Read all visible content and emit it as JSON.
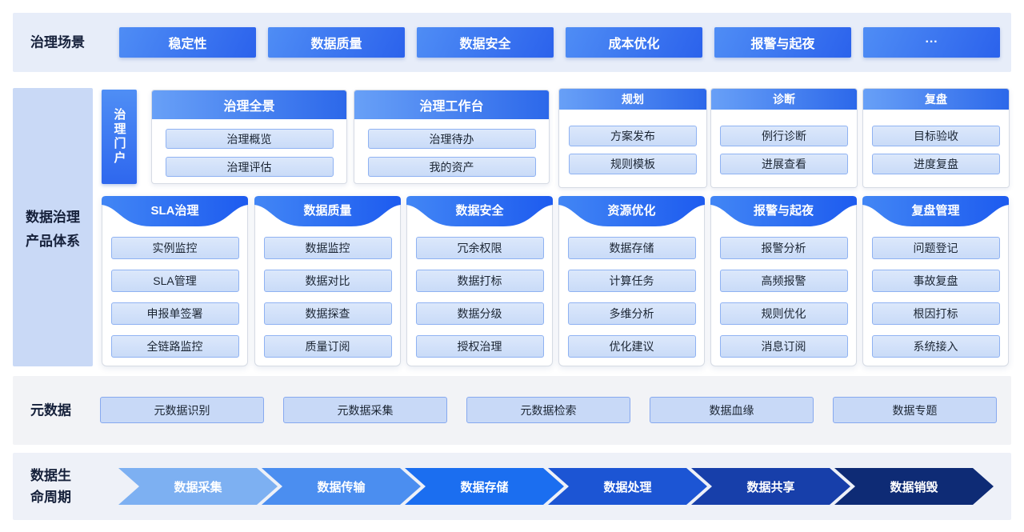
{
  "scenarios": {
    "label": "治理场景",
    "items": [
      "稳定性",
      "数据质量",
      "数据安全",
      "成本优化",
      "报警与起夜",
      "···"
    ]
  },
  "product_system": {
    "label_line1": "数据治理",
    "label_line2": "产品体系",
    "portal_tab": "治理门户",
    "portal_cards": [
      {
        "title": "治理全景",
        "items": [
          "治理概览",
          "治理评估"
        ]
      },
      {
        "title": "治理工作台",
        "items": [
          "治理待办",
          "我的资产"
        ]
      }
    ],
    "process_cards": [
      {
        "title": "规划",
        "items": [
          "方案发布",
          "规则模板"
        ]
      },
      {
        "title": "诊断",
        "items": [
          "例行诊断",
          "进展查看"
        ]
      },
      {
        "title": "复盘",
        "items": [
          "目标验收",
          "进度复盘"
        ]
      }
    ],
    "module_cards": [
      {
        "title": "SLA治理",
        "items": [
          "实例监控",
          "SLA管理",
          "申报单签署",
          "全链路监控"
        ]
      },
      {
        "title": "数据质量",
        "items": [
          "数据监控",
          "数据对比",
          "数据探查",
          "质量订阅"
        ]
      },
      {
        "title": "数据安全",
        "items": [
          "冗余权限",
          "数据打标",
          "数据分级",
          "授权治理"
        ]
      },
      {
        "title": "资源优化",
        "items": [
          "数据存储",
          "计算任务",
          "多维分析",
          "优化建议"
        ]
      },
      {
        "title": "报警与起夜",
        "items": [
          "报警分析",
          "高频报警",
          "规则优化",
          "消息订阅"
        ]
      },
      {
        "title": "复盘管理",
        "items": [
          "问题登记",
          "事故复盘",
          "根因打标",
          "系统接入"
        ]
      }
    ]
  },
  "metadata": {
    "label": "元数据",
    "items": [
      "元数据识别",
      "元数据采集",
      "元数据检索",
      "数据血缘",
      "数据专题"
    ]
  },
  "lifecycle": {
    "label_line1": "数据生",
    "label_line2": "命周期",
    "stages": [
      {
        "label": "数据采集",
        "color": "#7db0f2"
      },
      {
        "label": "数据传输",
        "color": "#4b8ef0"
      },
      {
        "label": "数据存储",
        "color": "#1b6ef0"
      },
      {
        "label": "数据处理",
        "color": "#1c55d4"
      },
      {
        "label": "数据共享",
        "color": "#173faa"
      },
      {
        "label": "数据销毁",
        "color": "#0e2b75"
      }
    ]
  },
  "colors": {
    "accent_blue": "#2b62ec",
    "light_band": "#e7edf9",
    "gray_band": "#f2f3f6",
    "sidebar_fill": "#c9d9f6",
    "pill_fill": "#cfdef9",
    "pill_border": "#8fb2f2",
    "ribbon_blue": "#1d63f1"
  }
}
